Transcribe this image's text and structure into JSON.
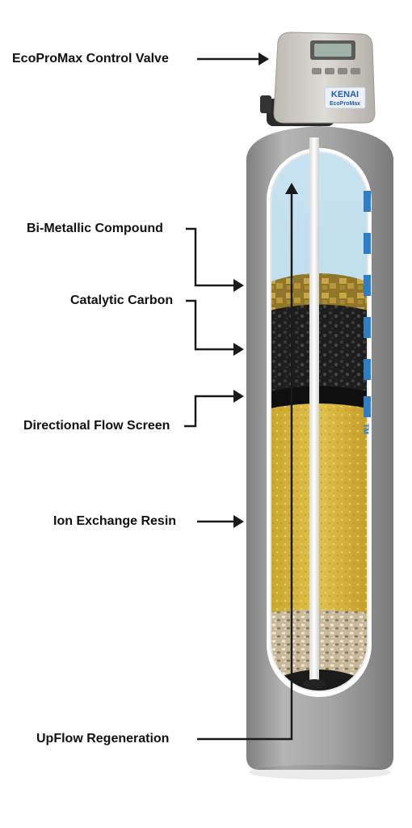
{
  "labels": {
    "control_valve": "EcoProMax Control Valve",
    "bi_metallic": "Bi-Metallic Compound",
    "catalytic_carbon": "Catalytic Carbon",
    "flow_screen": "Directional Flow Screen",
    "resin": "Ion Exchange Resin",
    "upflow": "UpFlow Regeneration"
  },
  "valve": {
    "brand": "KENAI",
    "model": "EcoProMax"
  },
  "tank_mark": "TM",
  "colors": {
    "tank": "#9a9a9a",
    "water": "#b8daea",
    "bi_metallic": "#9c8232",
    "carbon": "#1b1b1b",
    "resin": "#d6b53a",
    "gravel": "#cdbfa4",
    "blue_mark": "#2e7ec6",
    "arrow": "#1a1a1a"
  }
}
